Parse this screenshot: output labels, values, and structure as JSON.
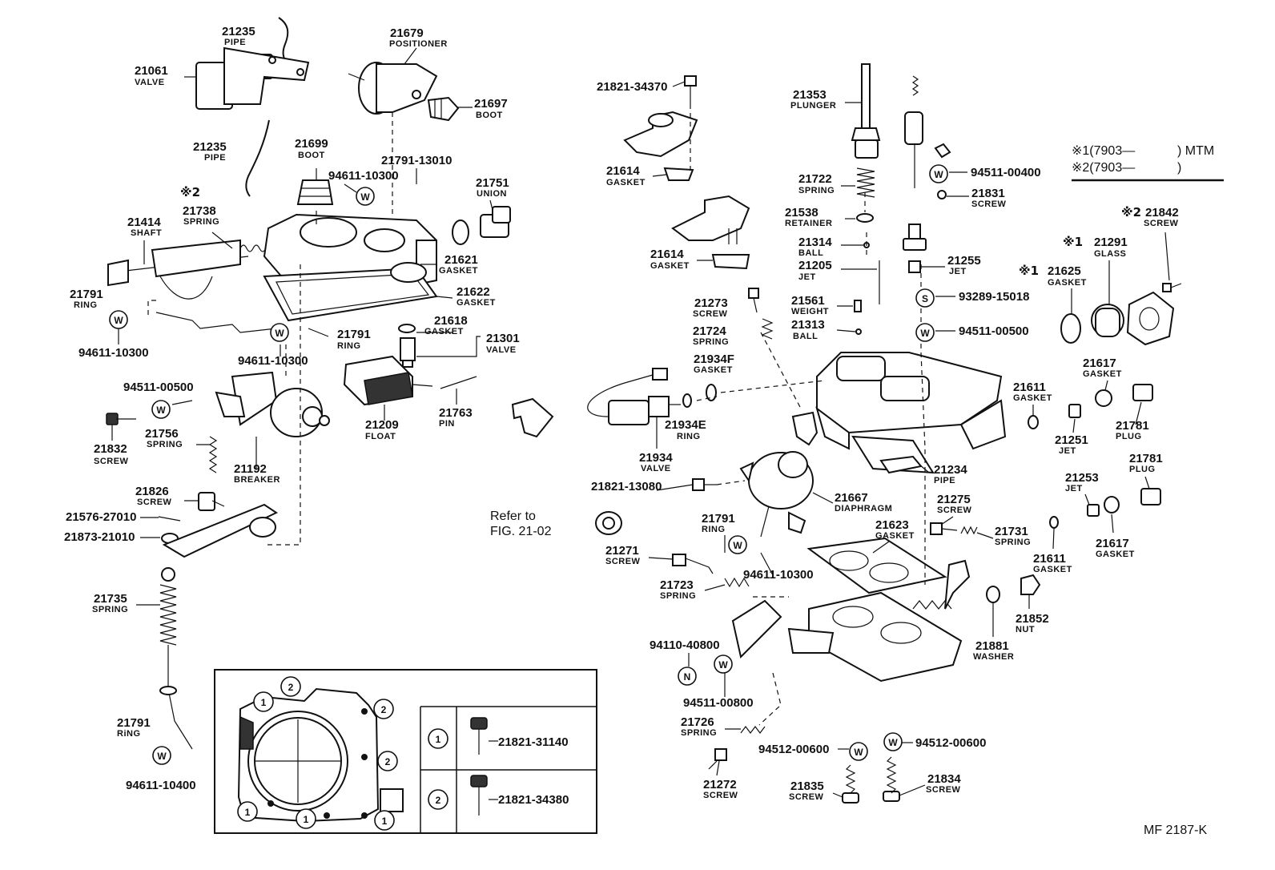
{
  "labels": {
    "p21235a": {
      "num": "21235",
      "name": "PIPE"
    },
    "p21061": {
      "num": "21061",
      "name": "VALVE"
    },
    "p21679": {
      "num": "21679",
      "name": "POSITIONER"
    },
    "p21697": {
      "num": "21697",
      "name": "BOOT"
    },
    "p21235b": {
      "num": "21235",
      "name": "PIPE"
    },
    "p21699": {
      "num": "21699",
      "name": "BOOT"
    },
    "p94611_a": {
      "num": "94611-10300"
    },
    "p21791_13010": {
      "num": "21791-13010"
    },
    "p21751": {
      "num": "21751",
      "name": "UNION"
    },
    "p21414": {
      "num": "21414",
      "name": "SHAFT"
    },
    "p21738": {
      "num": "21738",
      "name": "SPRING"
    },
    "p21621": {
      "num": "21621",
      "name": "GASKET"
    },
    "p21622": {
      "num": "21622",
      "name": "GASKET"
    },
    "p21791a": {
      "num": "21791",
      "name": "RING"
    },
    "p94611_b": {
      "num": "94611-10300"
    },
    "p21791b": {
      "num": "21791",
      "name": "RING"
    },
    "p94611_c": {
      "num": "94611-10300"
    },
    "p21618": {
      "num": "21618",
      "name": "GASKET"
    },
    "p21301": {
      "num": "21301",
      "name": "VALVE"
    },
    "p94511_500a": {
      "num": "94511-00500"
    },
    "p21756": {
      "num": "21756",
      "name": "SPRING"
    },
    "p21832": {
      "num": "21832",
      "name": "SCREW"
    },
    "p21192": {
      "num": "21192",
      "name": "BREAKER"
    },
    "p21209": {
      "num": "21209",
      "name": "FLOAT"
    },
    "p21763": {
      "num": "21763",
      "name": "PIN"
    },
    "p21826": {
      "num": "21826",
      "name": "SCREW"
    },
    "p21576": {
      "num": "21576-27010"
    },
    "p21873": {
      "num": "21873-21010"
    },
    "p21735": {
      "num": "21735",
      "name": "SPRING"
    },
    "p21791c": {
      "num": "21791",
      "name": "RiNG"
    },
    "p94611_d": {
      "num": "94611-10400"
    },
    "p21821_34370": {
      "num": "21821-34370"
    },
    "p21614a": {
      "num": "21614",
      "name": "GASKET"
    },
    "p21614b": {
      "num": "21614",
      "name": "GASKET"
    },
    "p21353": {
      "num": "21353",
      "name": "PLUNGER"
    },
    "p21722": {
      "num": "21722",
      "name": "SPRING"
    },
    "p21538": {
      "num": "21538",
      "name": "RETAINER"
    },
    "p21314": {
      "num": "21314",
      "name": "BALL"
    },
    "p21205": {
      "num": "21205",
      "name": "JET"
    },
    "p21273": {
      "num": "21273",
      "name": "SCREW"
    },
    "p21724": {
      "num": "21724",
      "name": "SPRING"
    },
    "p21561": {
      "num": "21561",
      "name": "WEIGHT"
    },
    "p21313": {
      "num": "21313",
      "name": "BALL"
    },
    "p21934f": {
      "num": "21934F",
      "name": "GASKET"
    },
    "p21934e": {
      "num": "21934E",
      "name": "RING"
    },
    "p21934": {
      "num": "21934",
      "name": "VALVE"
    },
    "p21821_13080": {
      "num": "21821-13080"
    },
    "p94511_400": {
      "num": "94511-00400"
    },
    "p21831": {
      "num": "21831",
      "name": "SCREW"
    },
    "p21255": {
      "num": "21255",
      "name": "JET"
    },
    "p93289": {
      "num": "93289-15018"
    },
    "p94511_500b": {
      "num": "94511-00500"
    },
    "p21842": {
      "num": "21842",
      "name": "SCREW"
    },
    "p21291": {
      "num": "21291",
      "name": "GLASS"
    },
    "p21625": {
      "num": "21625",
      "name": "GASKET"
    },
    "p21617a": {
      "num": "21617",
      "name": "GASKET"
    },
    "p21611a": {
      "num": "21611",
      "name": "GASKET"
    },
    "p21781a": {
      "num": "21781",
      "name": "PLUG"
    },
    "p21251": {
      "num": "21251",
      "name": "JET"
    },
    "p21781b": {
      "num": "21781",
      "name": "PLUG"
    },
    "p21253": {
      "num": "21253",
      "name": "JET"
    },
    "p21617b": {
      "num": "21617",
      "name": "GASKET"
    },
    "p21611b": {
      "num": "21611",
      "name": "GASKET"
    },
    "p21234": {
      "num": "21234",
      "name": "PIPE"
    },
    "p21667": {
      "num": "21667",
      "name": "DIAPHRAGM"
    },
    "p21275": {
      "num": "21275",
      "name": "SCREW"
    },
    "p21623": {
      "num": "21623",
      "name": "GASKET"
    },
    "p21731": {
      "num": "21731",
      "name": "SPRING"
    },
    "p21791d": {
      "num": "21791",
      "name": "RING"
    },
    "p21271": {
      "num": "21271",
      "name": "SCREW"
    },
    "p94611_e": {
      "num": "94611-10300"
    },
    "p21723": {
      "num": "21723",
      "name": "SPRING"
    },
    "p21852": {
      "num": "21852",
      "name": "NUT"
    },
    "p21881": {
      "num": "21881",
      "name": "WASHER"
    },
    "p94110": {
      "num": "94110-40800"
    },
    "p94511_800": {
      "num": "94511-00800"
    },
    "p21726": {
      "num": "21726",
      "name": "SPRING"
    },
    "p94512a": {
      "num": "94512-00600"
    },
    "p94512b": {
      "num": "94512-00600"
    },
    "p21272": {
      "num": "21272",
      "name": "SCREW"
    },
    "p21835": {
      "num": "21835",
      "name": "SCREW"
    },
    "p21834": {
      "num": "21834",
      "name": "SCREW"
    }
  },
  "marks": {
    "star2_left": "※2",
    "star2_right": "※2",
    "star1_glass": "※1",
    "star1_gasket": "※1",
    "washer_w": "W",
    "washer_s": "S",
    "washer_n": "N"
  },
  "note": {
    "line1": "※1(7903―",
    "line1_end": ") MTM",
    "line2": "※2(7903―",
    "line2_end": ")"
  },
  "reference": {
    "line1": "Refer to",
    "line2": "FIG. 21-02"
  },
  "legend": {
    "row1": {
      "index": "1",
      "part": "21821-31140"
    },
    "row2": {
      "index": "2",
      "part": "21821-34380"
    },
    "marker1": "1",
    "marker2": "2"
  },
  "figure_code": "MF  2187-K"
}
